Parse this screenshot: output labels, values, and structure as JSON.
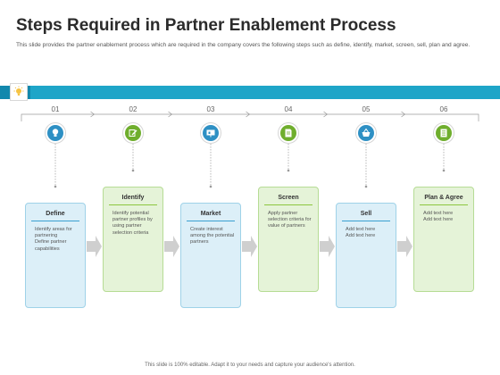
{
  "title": "Steps Required in Partner Enablement Process",
  "subtitle": "This slide provides the partner enablement process which are required in the company covers the following steps such as define, identify, market, screen, sell, plan and agree.",
  "footer": "This slide is 100% editable. Adapt it to your needs and capture your audience's attention.",
  "header_icon": "lightbulb-icon",
  "colors": {
    "band": "#1ea5c8",
    "band_dark": "#1288ad",
    "blue": "#3a9fd0",
    "green": "#8cc63f",
    "connector": "#9a9a9a",
    "arrow": "#cfcfcf"
  },
  "steps": [
    {
      "number": "01",
      "title": "Define",
      "description": "Identify areas for partnering\nDefine partner capabilities",
      "icon": "lightbulb-icon",
      "color": "blue"
    },
    {
      "number": "02",
      "title": "Identify",
      "description": "Identify potential partner profiles by using partner selection criteria",
      "icon": "edit-icon",
      "color": "green"
    },
    {
      "number": "03",
      "title": "Market",
      "description": "Create interest among the potential partners",
      "icon": "presentation-icon",
      "color": "blue"
    },
    {
      "number": "04",
      "title": "Screen",
      "description": "Apply partner selection criteria for value of partners",
      "icon": "document-icon",
      "color": "green"
    },
    {
      "number": "05",
      "title": "Sell",
      "description": "Add text here\nAdd text here",
      "icon": "basket-icon",
      "color": "blue"
    },
    {
      "number": "06",
      "title": "Plan & Agree",
      "description": "Add text here\nAdd text here",
      "icon": "checklist-icon",
      "color": "green"
    }
  ]
}
